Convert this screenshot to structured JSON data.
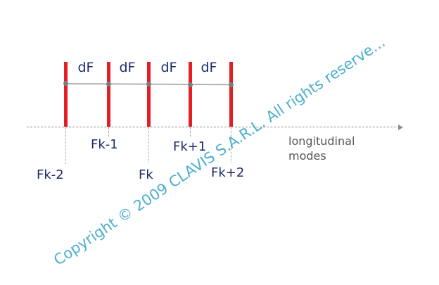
{
  "diagram": {
    "spacing_label": "dF",
    "mode_labels": [
      "Fk-2",
      "Fk-1",
      "Fk",
      "Fk+1",
      "Fk+2"
    ],
    "axis_label_line1": "longitudinal",
    "axis_label_line2": "modes",
    "watermark": "Copyright © 2009 CLAVIS S.A.R.L. All rights reserve...",
    "colors": {
      "mode_line": "#e31e24",
      "label_text": "#1f2a6b",
      "watermark": "#3aa6cc"
    }
  }
}
